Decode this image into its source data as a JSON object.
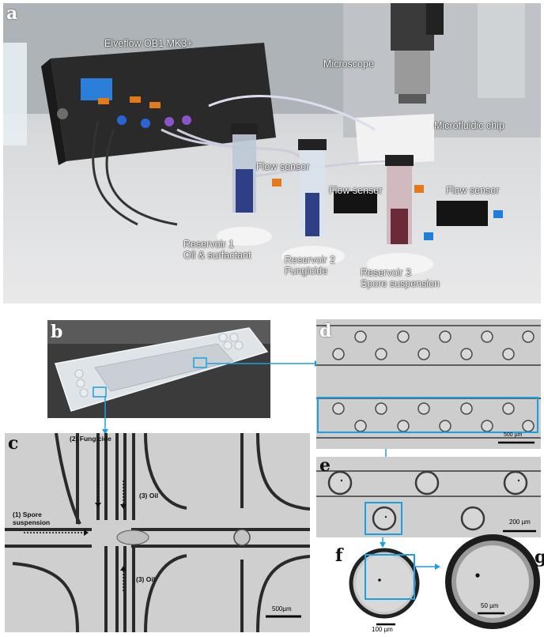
{
  "panels": {
    "a": {
      "letter": "a",
      "labels": {
        "elveflow": "Elveflow OB1 MK3+",
        "microscope": "Microscope",
        "chip": "Microfluidic chip",
        "flow_sensor_1": "Flow sensor",
        "flow_sensor_2": "Flow sensor",
        "flow_sensor_3": "Flow sensor",
        "reservoir1_line1": "Reservoir 1",
        "reservoir1_line2": "Oil & surfactant",
        "reservoir2_line1": "Reservoir 2",
        "reservoir2_line2": "Fungicide",
        "reservoir3_line1": "Reservoir 3",
        "reservoir3_line2": "Spore suspension"
      }
    },
    "b": {
      "letter": "b"
    },
    "c": {
      "letter": "c",
      "labels": {
        "fungicide": "(2) Fungicide",
        "oil_top": "(3) Oil",
        "spore_line1": "(1) Spore",
        "spore_line2": "suspension",
        "oil_bottom": "(3) Oil"
      },
      "scale": "500µm"
    },
    "d": {
      "letter": "d",
      "scale": "500 µm"
    },
    "e": {
      "letter": "e",
      "scale": "200 µm"
    },
    "f": {
      "letter": "f",
      "scale": "100 µm"
    },
    "g": {
      "letter": "g",
      "scale": "50 µm"
    }
  },
  "colors": {
    "highlight": "#1aa0e0",
    "photo_bg": "#9aa0a6",
    "micro_bg": "#c9c9c9",
    "dark_panel": "#3a3a3a"
  }
}
